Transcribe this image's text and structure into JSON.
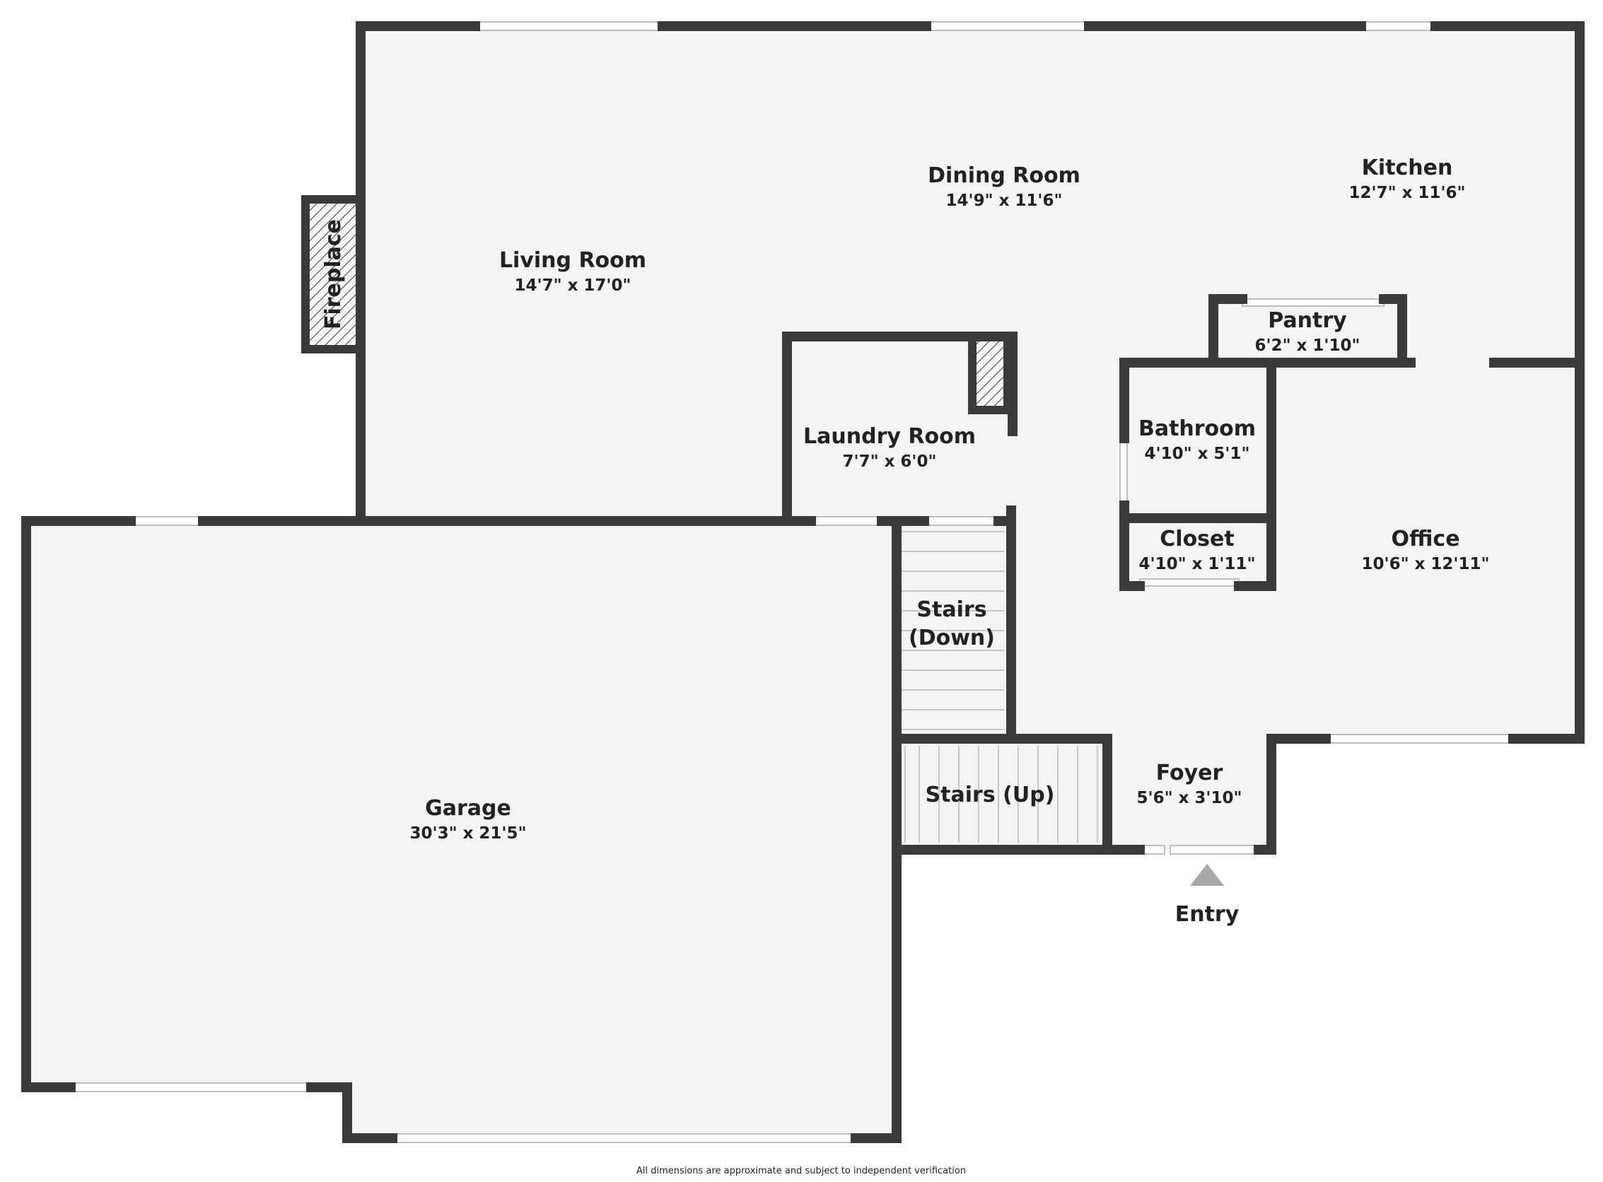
{
  "rooms": {
    "living_room": {
      "name": "Living Room",
      "dims": "14'7\" x 17'0\""
    },
    "dining_room": {
      "name": "Dining Room",
      "dims": "14'9\" x 11'6\""
    },
    "kitchen": {
      "name": "Kitchen",
      "dims": "12'7\" x 11'6\""
    },
    "pantry": {
      "name": "Pantry",
      "dims": "6'2\" x 1'10\""
    },
    "laundry_room": {
      "name": "Laundry Room",
      "dims": "7'7\" x 6'0\""
    },
    "bathroom": {
      "name": "Bathroom",
      "dims": "4'10\" x 5'1\""
    },
    "closet": {
      "name": "Closet",
      "dims": "4'10\" x 1'11\""
    },
    "office": {
      "name": "Office",
      "dims": "10'6\" x 12'11\""
    },
    "stairs_down": {
      "name_line1": "Stairs",
      "name_line2": "(Down)"
    },
    "stairs_up": {
      "name": "Stairs (Up)"
    },
    "foyer": {
      "name": "Foyer",
      "dims": "5'6\" x 3'10\""
    },
    "garage": {
      "name": "Garage",
      "dims": "30'3\" x 21'5\""
    }
  },
  "fireplace": {
    "label": "Fireplace"
  },
  "entry": {
    "label": "Entry"
  },
  "disclaimer": "All dimensions are approximate and subject to independent verification",
  "colors": {
    "wall": "#3a3a3a",
    "floor": "#f4f4f4",
    "entry_marker": "#a8a8a8"
  }
}
